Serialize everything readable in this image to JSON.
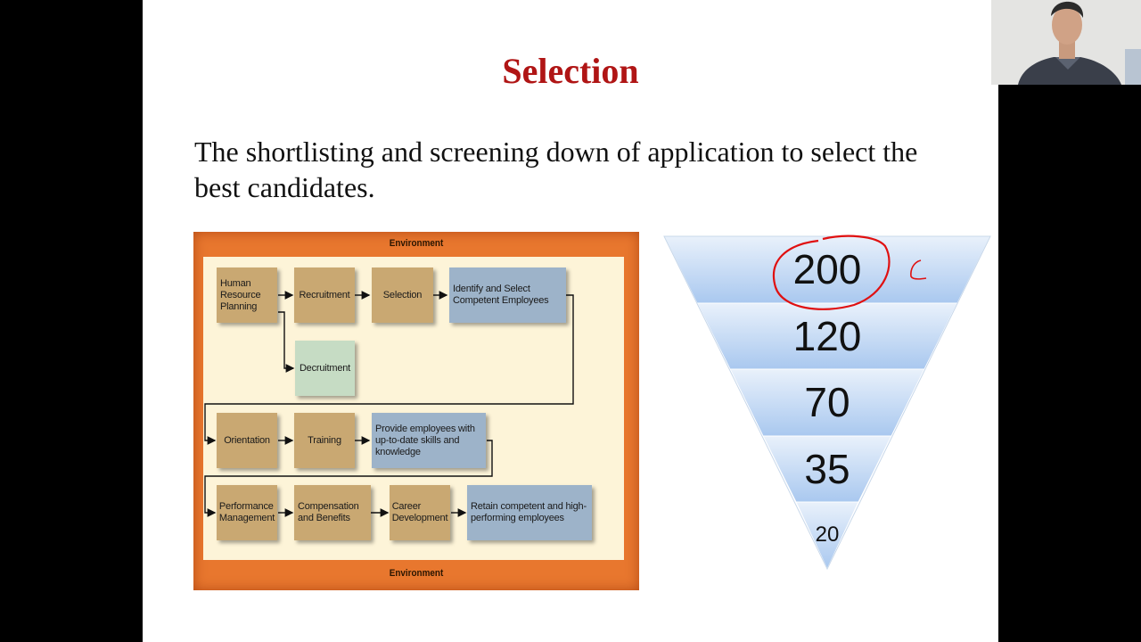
{
  "slide": {
    "title": "Selection",
    "body": "The shortlisting and screening down of application to select the best candidates."
  },
  "diagram": {
    "environment_top": "Environment",
    "environment_bottom": "Environment",
    "boxes": {
      "hr_planning": "Human Resource Planning",
      "recruitment": "Recruitment",
      "selection": "Selection",
      "identify": "Identify and Select Competent Employees",
      "decruitment": "Decruitment",
      "orientation": "Orientation",
      "training": "Training",
      "provide": "Provide employees with up-to-date skills and knowledge",
      "performance": "Performance Management",
      "compensation": "Compensation and Benefits",
      "career": "Career Development",
      "retain": "Retain competent and high-performing employees"
    }
  },
  "funnel": {
    "levels": [
      "200",
      "120",
      "70",
      "35",
      "20"
    ],
    "annotation_color": "#e01010",
    "fill_color": "#a9c8ef"
  },
  "colors": {
    "title": "#b01515",
    "environment": "#e8772e",
    "tan_box": "#c9a872",
    "blue_box": "#9db3c9",
    "green_box": "#c6dcc4"
  }
}
